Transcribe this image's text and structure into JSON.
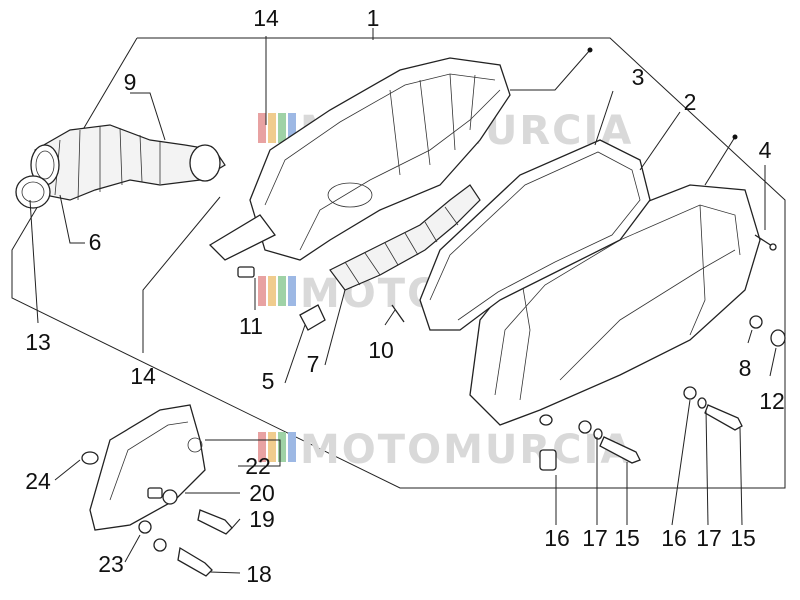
{
  "watermark": "MOTOMURCIA",
  "watermark_colors": [
    "#e8a2a2",
    "#f0cc8e",
    "#9fd2a6",
    "#9db8e4"
  ],
  "callouts": [
    {
      "id": "c1",
      "label": "1"
    },
    {
      "id": "c2",
      "label": "2"
    },
    {
      "id": "c3",
      "label": "3"
    },
    {
      "id": "c4",
      "label": "4"
    },
    {
      "id": "c5",
      "label": "5"
    },
    {
      "id": "c6",
      "label": "6"
    },
    {
      "id": "c7",
      "label": "7"
    },
    {
      "id": "c8",
      "label": "8"
    },
    {
      "id": "c9",
      "label": "9"
    },
    {
      "id": "c10",
      "label": "10"
    },
    {
      "id": "c11",
      "label": "11"
    },
    {
      "id": "c12",
      "label": "12"
    },
    {
      "id": "c13",
      "label": "13"
    },
    {
      "id": "c14a",
      "label": "14"
    },
    {
      "id": "c14b",
      "label": "14"
    },
    {
      "id": "c15a",
      "label": "15"
    },
    {
      "id": "c15b",
      "label": "15"
    },
    {
      "id": "c16a",
      "label": "16"
    },
    {
      "id": "c16b",
      "label": "16"
    },
    {
      "id": "c17a",
      "label": "17"
    },
    {
      "id": "c17b",
      "label": "17"
    },
    {
      "id": "c18",
      "label": "18"
    },
    {
      "id": "c19",
      "label": "19"
    },
    {
      "id": "c20",
      "label": "20"
    },
    {
      "id": "c22",
      "label": "22"
    },
    {
      "id": "c23",
      "label": "23"
    },
    {
      "id": "c24",
      "label": "24"
    }
  ]
}
